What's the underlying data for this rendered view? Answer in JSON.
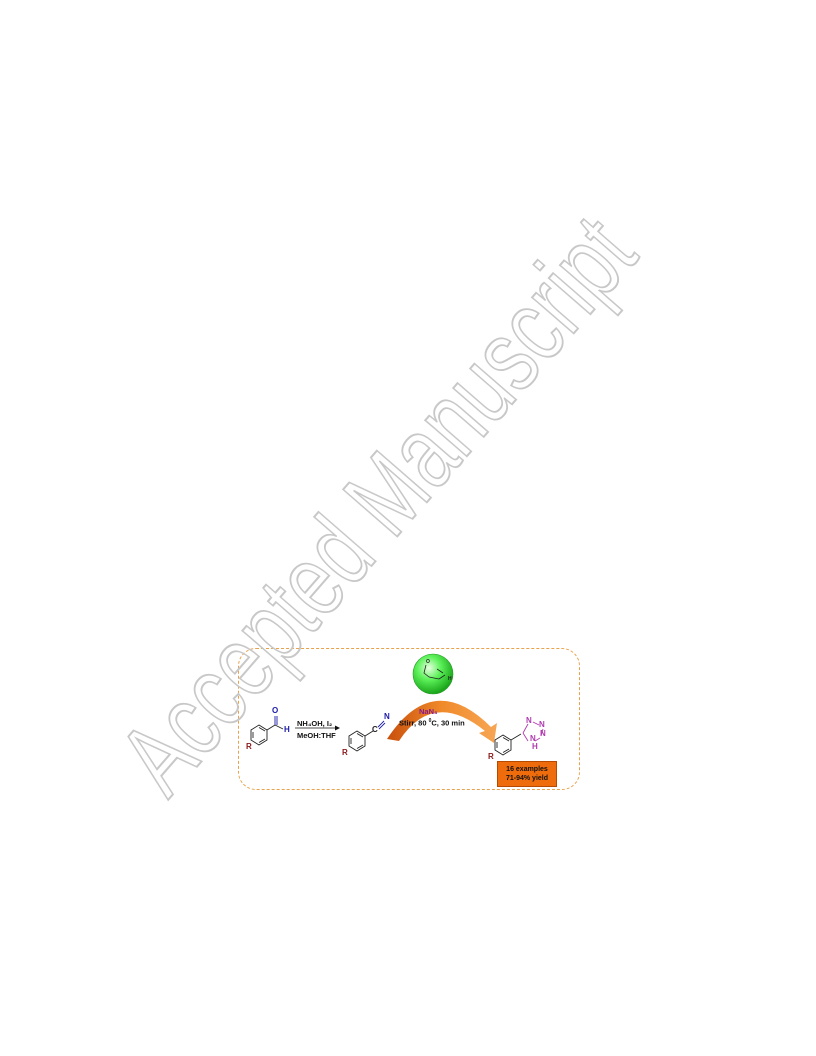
{
  "watermark": {
    "text": "Accepted Manuscript",
    "color": "#c8c8c8"
  },
  "scheme": {
    "border_color": "#e8a24c",
    "arrow_color": "#ef7d22",
    "catalyst_color": "#3fe03f",
    "step1": {
      "reagents": "NH₄OH, I₂",
      "solvent": "MeOH:THF"
    },
    "step2": {
      "reagent": "NaN₃",
      "conditions_prefix": "Stirr, 80 ",
      "conditions_degree": "0",
      "conditions_suffix": "C, 30 min"
    },
    "atoms": {
      "aldehyde_o": "O",
      "aldehyde_h": "H",
      "substituent": "R",
      "nitrile_c": "C",
      "nitrile_n": "N",
      "tetrazole_n1": "N",
      "tetrazole_n2": "N",
      "tetrazole_n3": "N",
      "tetrazole_nh": "H",
      "catalyst_o": "O",
      "catalyst_h": "H"
    },
    "result": {
      "examples": "16 examples",
      "yield": "71-94% yield"
    }
  }
}
